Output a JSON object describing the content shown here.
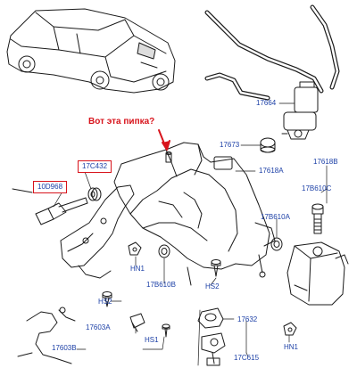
{
  "annotation": {
    "question": "Вот эта пипка?"
  },
  "callouts": {
    "c17664": "17664",
    "c17673": "17673",
    "c17618B": "17618B",
    "c17C432": "17C432",
    "c17618A": "17618A",
    "c10D968": "10D968",
    "c17B610C": "17B610C",
    "c17B610A": "17B610A",
    "cHN1a": "HN1",
    "c17B610B": "17B610B",
    "cHS2a": "HS2",
    "cHS2b": "HS2",
    "c17632": "17632",
    "c17603A": "17603A",
    "cHS1": "HS1",
    "c17603B": "17603B",
    "c17C615": "17C615",
    "cHN1b": "HN1"
  },
  "colors": {
    "callout_text": "#1b3fa6",
    "highlight": "#d8141c",
    "line_art": "#1a1a1a"
  }
}
